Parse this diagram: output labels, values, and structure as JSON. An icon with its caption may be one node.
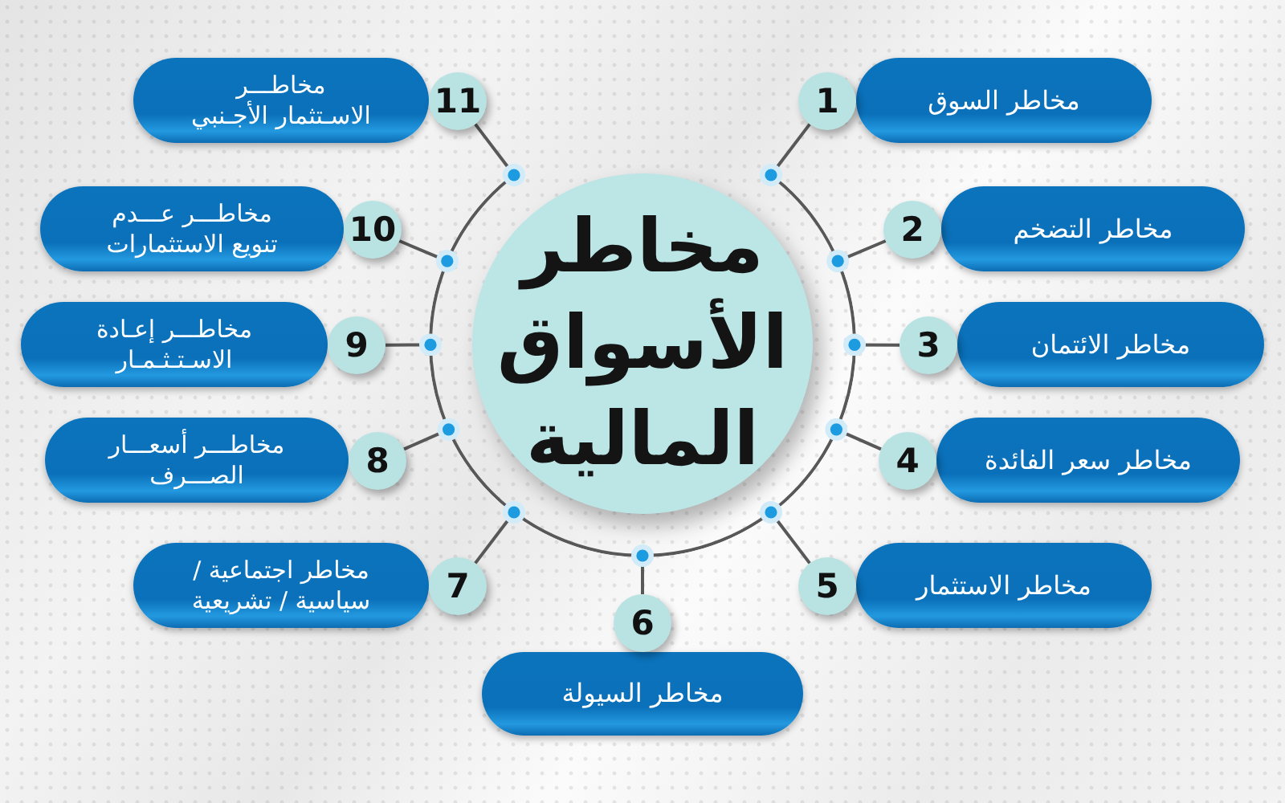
{
  "diagram": {
    "nodes": [
      {
        "text": [],
        "shape": "circle"
      },
      {
        "text": [
          "مخاطر الأسواق المالية"
        ],
        "in": 0
      },
      {
        "text": [
          "1"
        ]
      },
      {
        "text": [
          "مخاطر السوق"
        ]
      },
      {
        "text": [
          "2"
        ]
      },
      {
        "text": [
          "مخاطر التضخم"
        ]
      },
      {
        "text": [
          "3"
        ]
      },
      {
        "text": [
          "مخاطر الائتمان"
        ]
      },
      {
        "text": [
          "4"
        ]
      },
      {
        "text": [
          "مخاطر سعر الفائدة"
        ]
      },
      {
        "text": [
          "5"
        ]
      },
      {
        "text": [
          "مخاطر الاستثمار"
        ]
      },
      {
        "text": [
          "6"
        ]
      },
      {
        "text": [
          "مخاطر السيولة"
        ]
      },
      {
        "text": [
          "7"
        ]
      },
      {
        "text": [
          "مخاطر اجتماعية / سياسية / تشريعية"
        ]
      },
      {
        "text": [
          "8"
        ]
      },
      {
        "text": [
          "مخاطـــر أسعـــار الصـــرف"
        ]
      },
      {
        "text": [
          "9"
        ]
      },
      {
        "text": [
          "مخاطـــر إعـادة الاسـتـثـمـار"
        ]
      },
      {
        "text": [
          "10"
        ]
      },
      {
        "text": [
          "مخاطـــر عـــدم تنويع الاستثمارات"
        ]
      },
      {
        "text": [
          "11"
        ]
      },
      {
        "text": [
          "مخاطـــر الاسـتثمار الأجـنبي"
        ]
      }
    ],
    "edges": [
      {
        "from": 0,
        "to": 2,
        "arrow": "other"
      },
      {
        "from": 0,
        "to": 4,
        "arrow": "other"
      },
      {
        "from": 0,
        "to": 6,
        "arrow": "other"
      },
      {
        "from": 0,
        "to": 8,
        "arrow": "other"
      },
      {
        "from": 0,
        "to": 10,
        "arrow": "other"
      },
      {
        "from": 0,
        "to": 12,
        "arrow": "other"
      },
      {
        "from": 0,
        "to": 14,
        "arrow": "other"
      },
      {
        "from": 0,
        "to": 16,
        "arrow": "other"
      },
      {
        "from": 0,
        "to": 18,
        "arrow": "other"
      },
      {
        "from": 0,
        "to": 20,
        "arrow": "other"
      },
      {
        "from": 0,
        "to": 22,
        "arrow": "other"
      }
    ]
  }
}
